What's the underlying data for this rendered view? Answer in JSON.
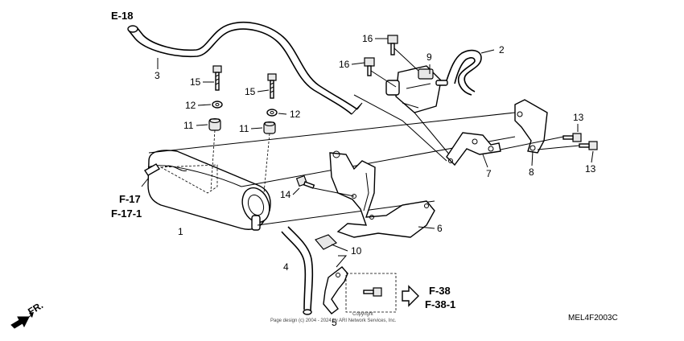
{
  "refs": {
    "e18": "E-18",
    "f17": "F-17",
    "f17_1": "F-17-1",
    "f38": "F-38",
    "f38_1": "F-38-1"
  },
  "parts": {
    "p1": "1",
    "p2": "2",
    "p3": "3",
    "p4": "4",
    "p5": "5",
    "p6": "6",
    "p7": "7",
    "p8": "8",
    "p9": "9",
    "p10": "10",
    "p11a": "11",
    "p11b": "11",
    "p12a": "12",
    "p12b": "12",
    "p13a": "13",
    "p13b": "13",
    "p14": "14",
    "p15a": "15",
    "p15b": "15",
    "p16a": "16",
    "p16b": "16"
  },
  "fr_label": "FR.",
  "diagram_code": "MEL4F2003C",
  "copyright": "Page design (c) 2004 - 2024 by ARI Network Services, Inc.",
  "copyright_mark": "Copyright"
}
